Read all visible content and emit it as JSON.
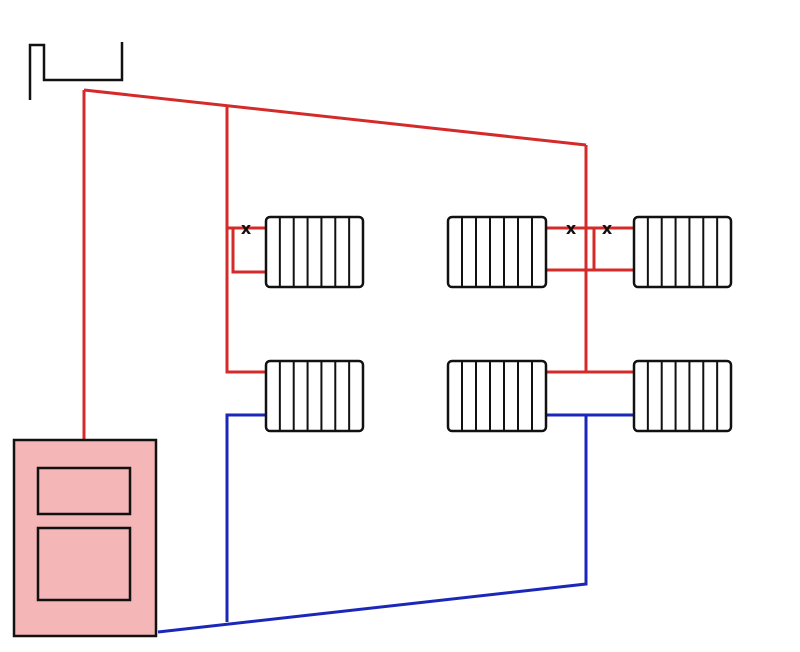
{
  "diagram": {
    "kind": "two-pipe heating system schematic",
    "components": {
      "expansion_tank": 1,
      "boiler": 1,
      "radiators": 6,
      "air_valves": 3
    },
    "colors": {
      "supply_pipe": "#d42a2a",
      "return_pipe": "#1a27b8",
      "boiler_fill": "#f4b6b6",
      "radiator_fill": "#ffffff",
      "outline": "#111111",
      "valve_mark": "#111111"
    },
    "icons": {
      "valve": "x-mark",
      "radiator": "finned-radiator",
      "boiler": "boiler",
      "tank": "open-expansion-tank"
    },
    "valve_symbol": "x"
  }
}
